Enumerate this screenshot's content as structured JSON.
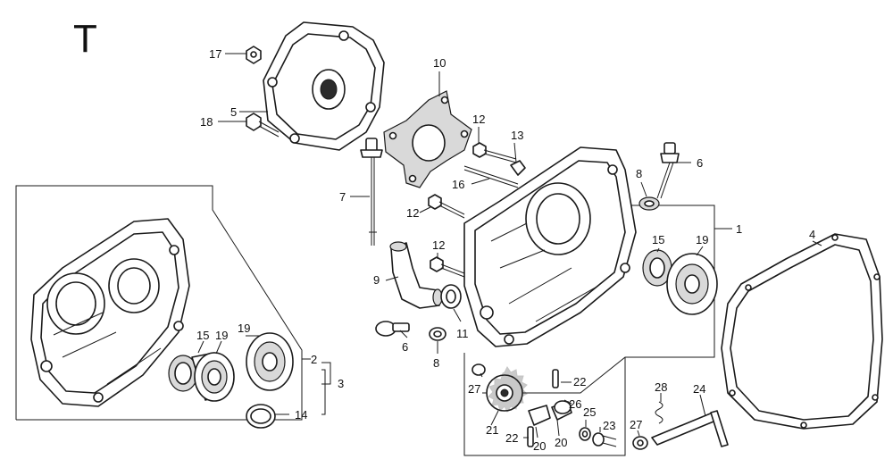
{
  "diagram": {
    "section_letter": "T",
    "callouts": [
      {
        "id": "c17",
        "text": "17"
      },
      {
        "id": "c5",
        "text": "5"
      },
      {
        "id": "c18",
        "text": "18"
      },
      {
        "id": "c10",
        "text": "10"
      },
      {
        "id": "c12a",
        "text": "12"
      },
      {
        "id": "c13",
        "text": "13"
      },
      {
        "id": "c16",
        "text": "16"
      },
      {
        "id": "c7",
        "text": "7"
      },
      {
        "id": "c12b",
        "text": "12"
      },
      {
        "id": "c12c",
        "text": "12"
      },
      {
        "id": "c9",
        "text": "9"
      },
      {
        "id": "c11",
        "text": "11"
      },
      {
        "id": "c6a",
        "text": "6"
      },
      {
        "id": "c8a",
        "text": "8"
      },
      {
        "id": "c6b",
        "text": "6"
      },
      {
        "id": "c8b",
        "text": "8"
      },
      {
        "id": "c1",
        "text": "1"
      },
      {
        "id": "c15a",
        "text": "15"
      },
      {
        "id": "c19a",
        "text": "19"
      },
      {
        "id": "c4",
        "text": "4"
      },
      {
        "id": "c19b",
        "text": "19"
      },
      {
        "id": "c15b",
        "text": "15"
      },
      {
        "id": "c19c",
        "text": "19"
      },
      {
        "id": "c2",
        "text": "2"
      },
      {
        "id": "c3",
        "text": "3"
      },
      {
        "id": "c14",
        "text": "14"
      },
      {
        "id": "c22a",
        "text": "22"
      },
      {
        "id": "c27a",
        "text": "27"
      },
      {
        "id": "c26",
        "text": "26"
      },
      {
        "id": "c25",
        "text": "25"
      },
      {
        "id": "c23",
        "text": "23"
      },
      {
        "id": "c21",
        "text": "21"
      },
      {
        "id": "c22b",
        "text": "22"
      },
      {
        "id": "c20a",
        "text": "20"
      },
      {
        "id": "c20b",
        "text": "20"
      },
      {
        "id": "c28",
        "text": "28"
      },
      {
        "id": "c24",
        "text": "24"
      },
      {
        "id": "c27b",
        "text": "27"
      }
    ]
  }
}
